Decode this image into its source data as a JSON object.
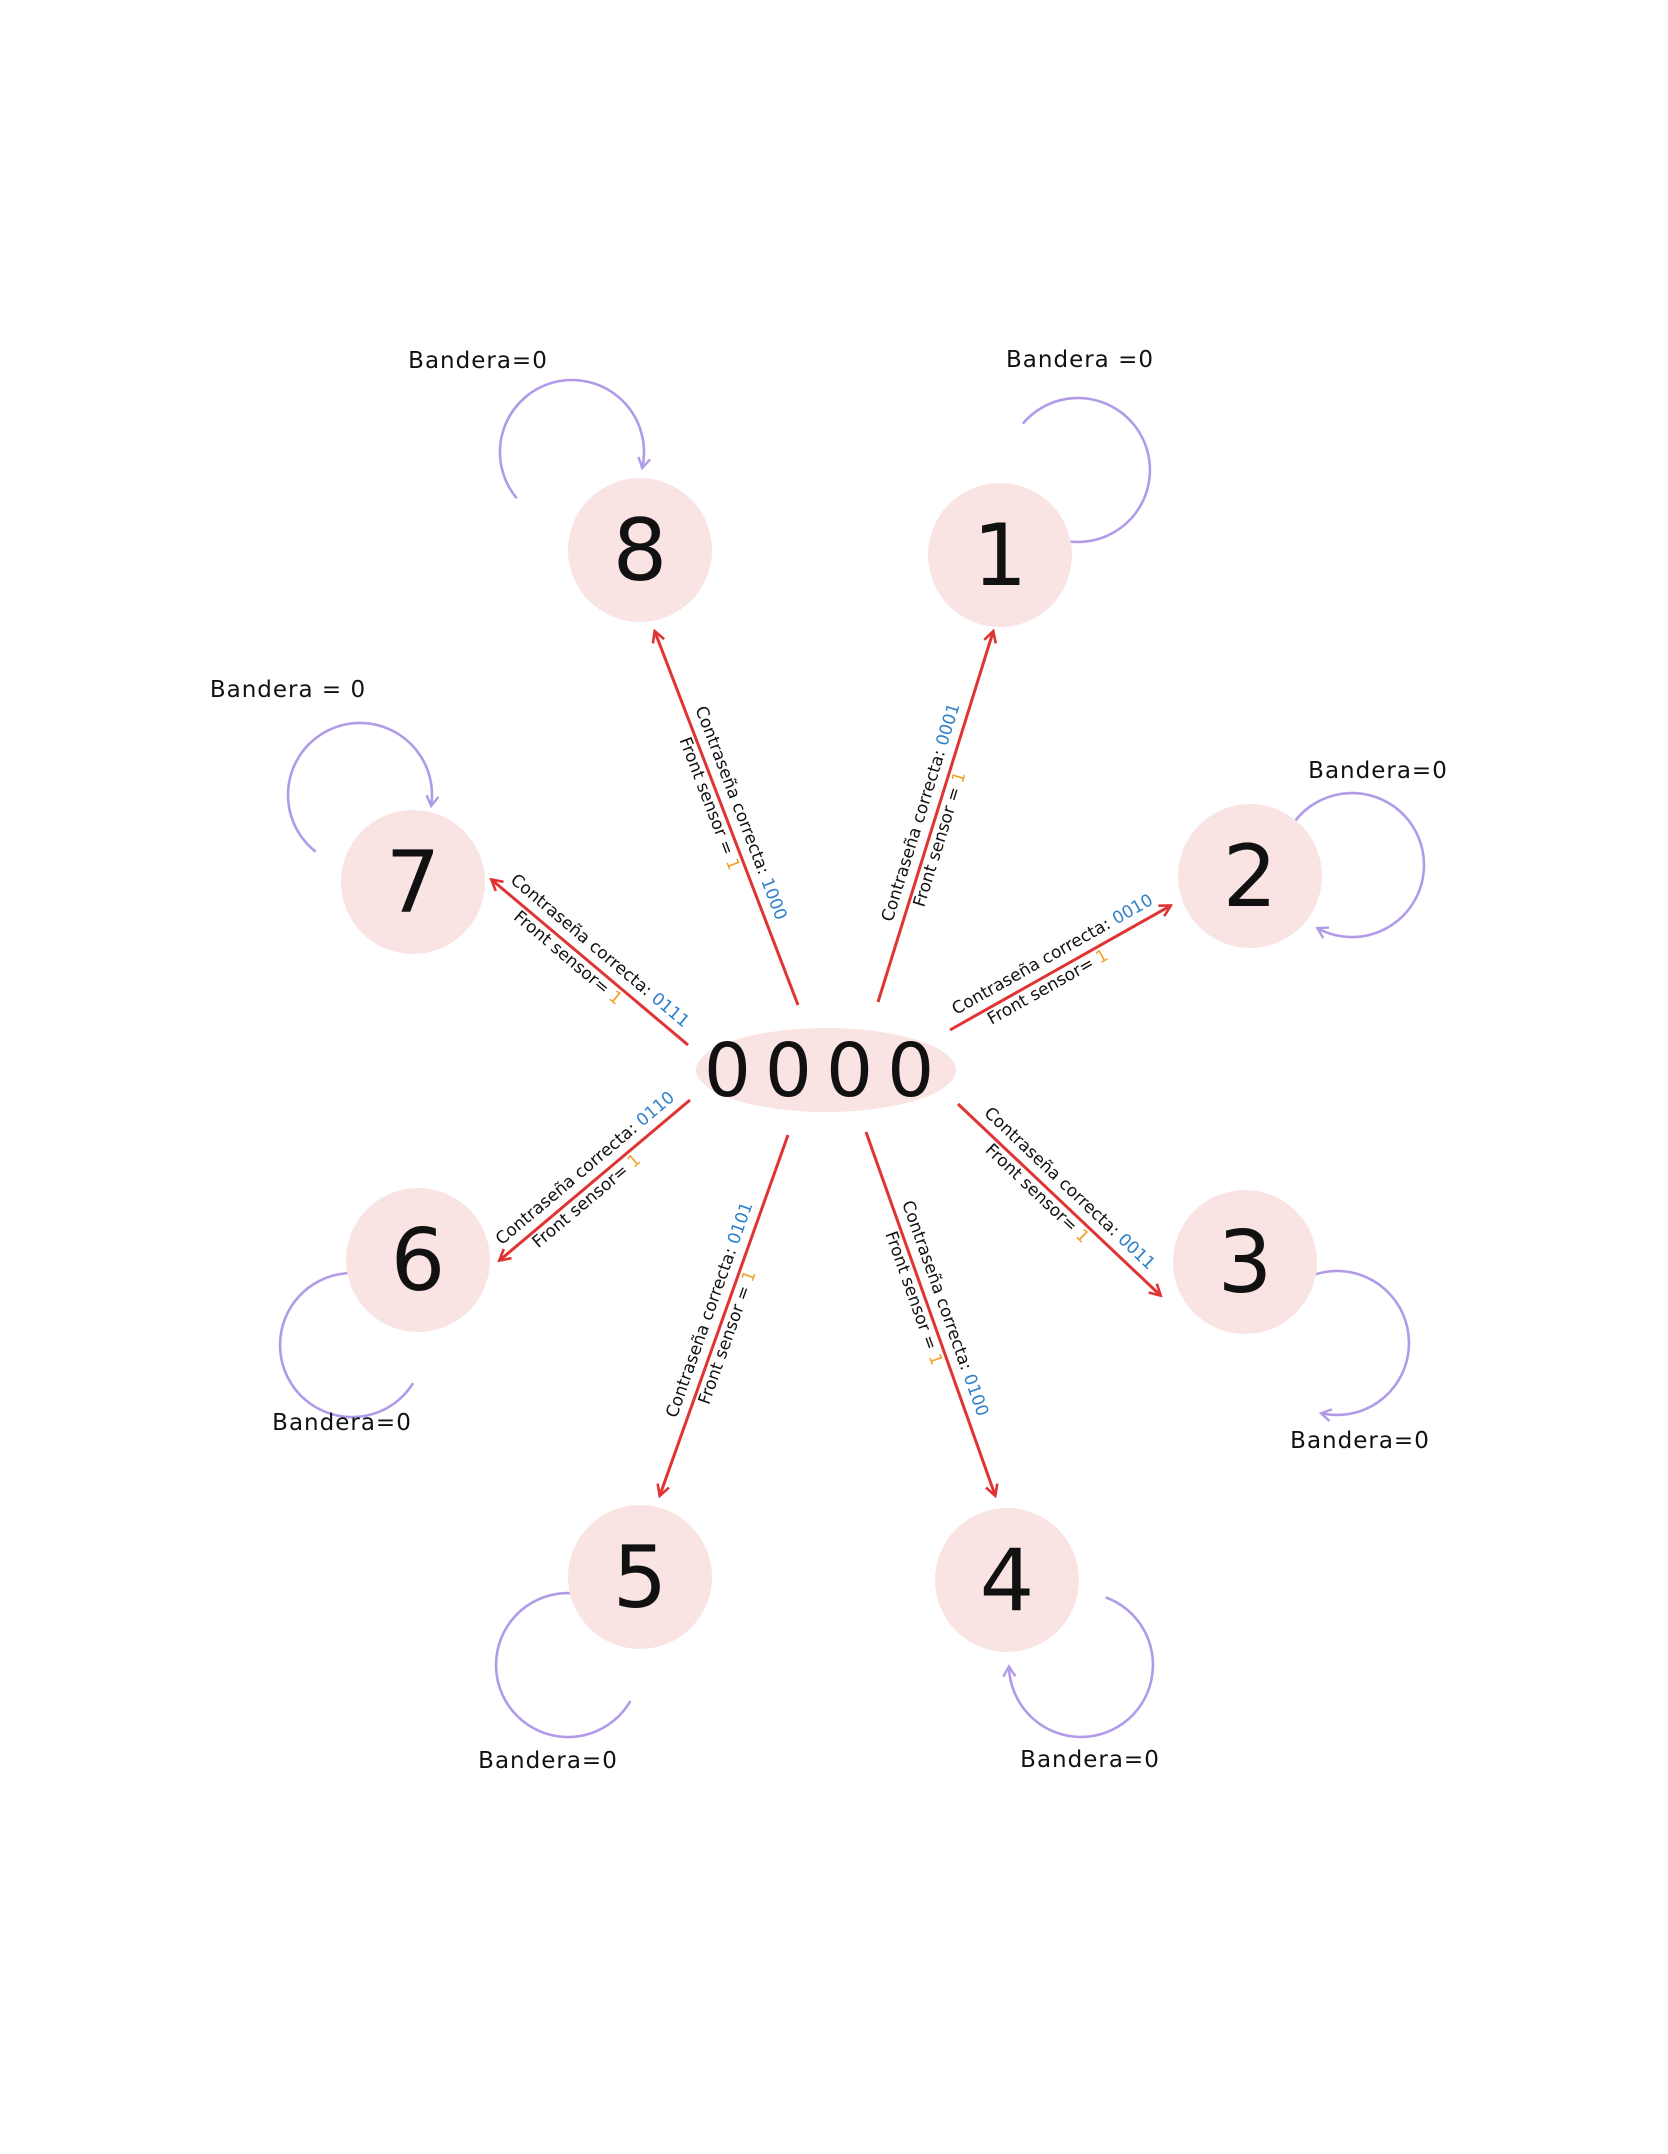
{
  "center": {
    "label": "0000"
  },
  "colors": {
    "node_fill": "#f9e3e3",
    "edge": "#e03434",
    "loop": "#b19be8",
    "code": "#2f80c9",
    "one": "#f0a228",
    "text": "#111111"
  },
  "states": [
    {
      "id": "1",
      "label": "1",
      "flag": "Bandera =0",
      "line1": "Contraseña correcta:",
      "code": "0001",
      "line2": "Front sensor =",
      "value": "1"
    },
    {
      "id": "2",
      "label": "2",
      "flag": "Bandera=0",
      "line1": "Contraseña correcta:",
      "code": "0010",
      "line2": "Front sensor=",
      "value": "1"
    },
    {
      "id": "3",
      "label": "3",
      "flag": "Bandera=0",
      "line1": "Contraseña correcta:",
      "code": "0011",
      "line2": "Front sensor=",
      "value": "1"
    },
    {
      "id": "4",
      "label": "4",
      "flag": "Bandera=0",
      "line1": "Contraseña correcta:",
      "code": "0100",
      "line2": "Front sensor =",
      "value": "1"
    },
    {
      "id": "5",
      "label": "5",
      "flag": "Bandera=0",
      "line1": "Contraseña correcta:",
      "code": "0101",
      "line2": "Front sensor =",
      "value": "1"
    },
    {
      "id": "6",
      "label": "6",
      "flag": "Bandera=0",
      "line1": "Contraseña correcta:",
      "code": "0110",
      "line2": "Front sensor=",
      "value": "1"
    },
    {
      "id": "7",
      "label": "7",
      "flag": "Bandera = 0",
      "line1": "Contraseña correcta:",
      "code": "0111",
      "line2": "Front sensor=",
      "value": "1"
    },
    {
      "id": "8",
      "label": "8",
      "flag": "Bandera=0",
      "line1": "Contraseña correcta:",
      "code": "1000",
      "line2": "Front sensor =",
      "value": "1"
    }
  ]
}
